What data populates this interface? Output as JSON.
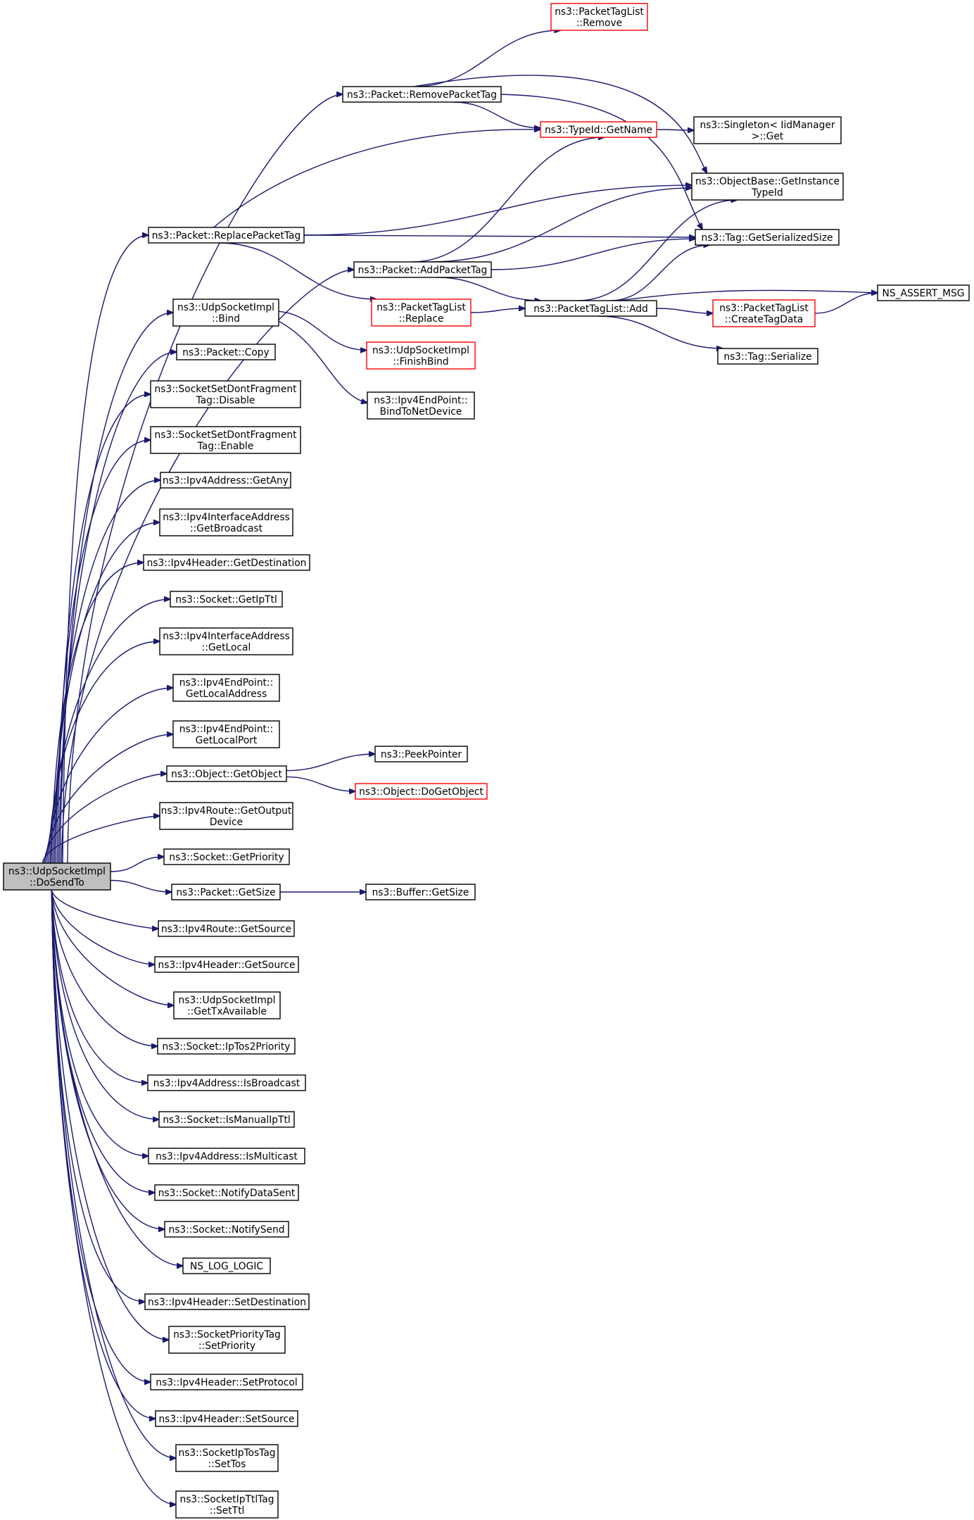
{
  "diagram": {
    "type": "call-graph",
    "colors": {
      "edge": "#191970",
      "node_border": "#000000",
      "truncated_node_border": "#ff0000",
      "root_node_fill": "#bfbfbf",
      "background": "#ffffff"
    },
    "nodes": [
      {
        "id": "root",
        "lines": [
          "ns3::UdpSocketImpl",
          "::DoSendTo"
        ],
        "style": "root"
      },
      {
        "id": "removepackettag",
        "lines": [
          "ns3::Packet::RemovePacketTag"
        ],
        "style": "normal"
      },
      {
        "id": "ptl-remove",
        "lines": [
          "ns3::PacketTagList",
          "::Remove"
        ],
        "style": "truncated"
      },
      {
        "id": "typeid-getname",
        "lines": [
          "ns3::TypeId::GetName"
        ],
        "style": "truncated"
      },
      {
        "id": "singleton-get",
        "lines": [
          "ns3::Singleton< IidManager",
          " >::Get"
        ],
        "style": "normal"
      },
      {
        "id": "objectbase-getinstancetypeid",
        "lines": [
          "ns3::ObjectBase::GetInstance",
          "TypeId"
        ],
        "style": "normal"
      },
      {
        "id": "replacepackettag",
        "lines": [
          "ns3::Packet::ReplacePacketTag"
        ],
        "style": "normal"
      },
      {
        "id": "tag-getserializedsize",
        "lines": [
          "ns3::Tag::GetSerializedSize"
        ],
        "style": "normal"
      },
      {
        "id": "addpackettag",
        "lines": [
          "ns3::Packet::AddPacketTag"
        ],
        "style": "normal"
      },
      {
        "id": "ns-assert-msg",
        "lines": [
          "NS_ASSERT_MSG"
        ],
        "style": "normal"
      },
      {
        "id": "udp-bind",
        "lines": [
          "ns3::UdpSocketImpl",
          "::Bind"
        ],
        "style": "normal"
      },
      {
        "id": "ptl-replace",
        "lines": [
          "ns3::PacketTagList",
          "::Replace"
        ],
        "style": "truncated"
      },
      {
        "id": "ptl-add",
        "lines": [
          "ns3::PacketTagList::Add"
        ],
        "style": "normal"
      },
      {
        "id": "ptl-createtagdata",
        "lines": [
          "ns3::PacketTagList",
          "::CreateTagData"
        ],
        "style": "truncated"
      },
      {
        "id": "packet-copy",
        "lines": [
          "ns3::Packet::Copy"
        ],
        "style": "normal"
      },
      {
        "id": "udp-finishbind",
        "lines": [
          "ns3::UdpSocketImpl",
          "::FinishBind"
        ],
        "style": "truncated"
      },
      {
        "id": "tag-serialize",
        "lines": [
          "ns3::Tag::Serialize"
        ],
        "style": "normal"
      },
      {
        "id": "dontfrag-disable",
        "lines": [
          "ns3::SocketSetDontFragment",
          "Tag::Disable"
        ],
        "style": "normal"
      },
      {
        "id": "ipv4endpoint-bindtonetdevice",
        "lines": [
          "ns3::Ipv4EndPoint::",
          "BindToNetDevice"
        ],
        "style": "normal"
      },
      {
        "id": "dontfrag-enable",
        "lines": [
          "ns3::SocketSetDontFragment",
          "Tag::Enable"
        ],
        "style": "normal"
      },
      {
        "id": "ipv4address-getany",
        "lines": [
          "ns3::Ipv4Address::GetAny"
        ],
        "style": "normal"
      },
      {
        "id": "ipv4ifaddr-getbroadcast",
        "lines": [
          "ns3::Ipv4InterfaceAddress",
          "::GetBroadcast"
        ],
        "style": "normal"
      },
      {
        "id": "ipv4header-getdestination",
        "lines": [
          "ns3::Ipv4Header::GetDestination"
        ],
        "style": "normal"
      },
      {
        "id": "socket-getipttl",
        "lines": [
          "ns3::Socket::GetIpTtl"
        ],
        "style": "normal"
      },
      {
        "id": "ipv4ifaddr-getlocal",
        "lines": [
          "ns3::Ipv4InterfaceAddress",
          "::GetLocal"
        ],
        "style": "normal"
      },
      {
        "id": "ipv4endpoint-getlocaladdress",
        "lines": [
          "ns3::Ipv4EndPoint::",
          "GetLocalAddress"
        ],
        "style": "normal"
      },
      {
        "id": "ipv4endpoint-getlocalport",
        "lines": [
          "ns3::Ipv4EndPoint::",
          "GetLocalPort"
        ],
        "style": "normal"
      },
      {
        "id": "object-getobject",
        "lines": [
          "ns3::Object::GetObject"
        ],
        "style": "normal"
      },
      {
        "id": "peekpointer",
        "lines": [
          "ns3::PeekPointer"
        ],
        "style": "normal"
      },
      {
        "id": "object-dogetobject",
        "lines": [
          "ns3::Object::DoGetObject"
        ],
        "style": "truncated"
      },
      {
        "id": "ipv4route-getoutputdevice",
        "lines": [
          "ns3::Ipv4Route::GetOutput",
          "Device"
        ],
        "style": "normal"
      },
      {
        "id": "socket-getpriority",
        "lines": [
          "ns3::Socket::GetPriority"
        ],
        "style": "normal"
      },
      {
        "id": "packet-getsize",
        "lines": [
          "ns3::Packet::GetSize"
        ],
        "style": "normal"
      },
      {
        "id": "buffer-getsize",
        "lines": [
          "ns3::Buffer::GetSize"
        ],
        "style": "normal"
      },
      {
        "id": "ipv4route-getsource",
        "lines": [
          "ns3::Ipv4Route::GetSource"
        ],
        "style": "normal"
      },
      {
        "id": "ipv4header-getsource",
        "lines": [
          "ns3::Ipv4Header::GetSource"
        ],
        "style": "normal"
      },
      {
        "id": "udp-gettxavailable",
        "lines": [
          "ns3::UdpSocketImpl",
          "::GetTxAvailable"
        ],
        "style": "normal"
      },
      {
        "id": "socket-iptos2priority",
        "lines": [
          "ns3::Socket::IpTos2Priority"
        ],
        "style": "normal"
      },
      {
        "id": "ipv4address-isbroadcast",
        "lines": [
          "ns3::Ipv4Address::IsBroadcast"
        ],
        "style": "normal"
      },
      {
        "id": "socket-ismanualipttl",
        "lines": [
          "ns3::Socket::IsManualIpTtl"
        ],
        "style": "normal"
      },
      {
        "id": "ipv4address-ismulticast",
        "lines": [
          "ns3::Ipv4Address::IsMulticast"
        ],
        "style": "normal"
      },
      {
        "id": "socket-notifydatasent",
        "lines": [
          "ns3::Socket::NotifyDataSent"
        ],
        "style": "normal"
      },
      {
        "id": "socket-notifysend",
        "lines": [
          "ns3::Socket::NotifySend"
        ],
        "style": "normal"
      },
      {
        "id": "ns-log-logic",
        "lines": [
          "NS_LOG_LOGIC"
        ],
        "style": "normal"
      },
      {
        "id": "ipv4header-setdestination",
        "lines": [
          "ns3::Ipv4Header::SetDestination"
        ],
        "style": "normal"
      },
      {
        "id": "prioritytag-setpriority",
        "lines": [
          "ns3::SocketPriorityTag",
          "::SetPriority"
        ],
        "style": "normal"
      },
      {
        "id": "ipv4header-setprotocol",
        "lines": [
          "ns3::Ipv4Header::SetProtocol"
        ],
        "style": "normal"
      },
      {
        "id": "ipv4header-setsource",
        "lines": [
          "ns3::Ipv4Header::SetSource"
        ],
        "style": "normal"
      },
      {
        "id": "iptostag-settos",
        "lines": [
          "ns3::SocketIpTosTag",
          "::SetTos"
        ],
        "style": "normal"
      },
      {
        "id": "ipttltag-setttl",
        "lines": [
          "ns3::SocketIpTtlTag",
          "::SetTtl"
        ],
        "style": "normal"
      }
    ],
    "edges": [
      [
        "root",
        "removepackettag"
      ],
      [
        "root",
        "replacepackettag"
      ],
      [
        "root",
        "addpackettag"
      ],
      [
        "root",
        "udp-bind"
      ],
      [
        "root",
        "packet-copy"
      ],
      [
        "root",
        "dontfrag-disable"
      ],
      [
        "root",
        "dontfrag-enable"
      ],
      [
        "root",
        "ipv4address-getany"
      ],
      [
        "root",
        "ipv4ifaddr-getbroadcast"
      ],
      [
        "root",
        "ipv4header-getdestination"
      ],
      [
        "root",
        "socket-getipttl"
      ],
      [
        "root",
        "ipv4ifaddr-getlocal"
      ],
      [
        "root",
        "ipv4endpoint-getlocaladdress"
      ],
      [
        "root",
        "ipv4endpoint-getlocalport"
      ],
      [
        "root",
        "object-getobject"
      ],
      [
        "root",
        "ipv4route-getoutputdevice"
      ],
      [
        "root",
        "socket-getpriority"
      ],
      [
        "root",
        "packet-getsize"
      ],
      [
        "root",
        "ipv4route-getsource"
      ],
      [
        "root",
        "ipv4header-getsource"
      ],
      [
        "root",
        "udp-gettxavailable"
      ],
      [
        "root",
        "socket-iptos2priority"
      ],
      [
        "root",
        "ipv4address-isbroadcast"
      ],
      [
        "root",
        "socket-ismanualipttl"
      ],
      [
        "root",
        "ipv4address-ismulticast"
      ],
      [
        "root",
        "socket-notifydatasent"
      ],
      [
        "root",
        "socket-notifysend"
      ],
      [
        "root",
        "ns-log-logic"
      ],
      [
        "root",
        "ipv4header-setdestination"
      ],
      [
        "root",
        "prioritytag-setpriority"
      ],
      [
        "root",
        "ipv4header-setprotocol"
      ],
      [
        "root",
        "ipv4header-setsource"
      ],
      [
        "root",
        "iptostag-settos"
      ],
      [
        "root",
        "ipttltag-setttl"
      ],
      [
        "removepackettag",
        "ptl-remove"
      ],
      [
        "removepackettag",
        "typeid-getname"
      ],
      [
        "removepackettag",
        "objectbase-getinstancetypeid"
      ],
      [
        "removepackettag",
        "tag-getserializedsize"
      ],
      [
        "typeid-getname",
        "singleton-get"
      ],
      [
        "replacepackettag",
        "typeid-getname"
      ],
      [
        "replacepackettag",
        "objectbase-getinstancetypeid"
      ],
      [
        "replacepackettag",
        "tag-getserializedsize"
      ],
      [
        "replacepackettag",
        "ptl-replace"
      ],
      [
        "addpackettag",
        "typeid-getname"
      ],
      [
        "addpackettag",
        "objectbase-getinstancetypeid"
      ],
      [
        "addpackettag",
        "tag-getserializedsize"
      ],
      [
        "addpackettag",
        "ptl-add"
      ],
      [
        "ptl-replace",
        "ptl-add"
      ],
      [
        "ptl-add",
        "objectbase-getinstancetypeid"
      ],
      [
        "ptl-add",
        "tag-getserializedsize"
      ],
      [
        "ptl-add",
        "ns-assert-msg"
      ],
      [
        "ptl-add",
        "ptl-createtagdata"
      ],
      [
        "ptl-add",
        "tag-serialize"
      ],
      [
        "ptl-createtagdata",
        "ns-assert-msg"
      ],
      [
        "udp-bind",
        "udp-finishbind"
      ],
      [
        "udp-bind",
        "ipv4endpoint-bindtonetdevice"
      ],
      [
        "object-getobject",
        "peekpointer"
      ],
      [
        "object-getobject",
        "object-dogetobject"
      ],
      [
        "packet-getsize",
        "buffer-getsize"
      ]
    ]
  }
}
